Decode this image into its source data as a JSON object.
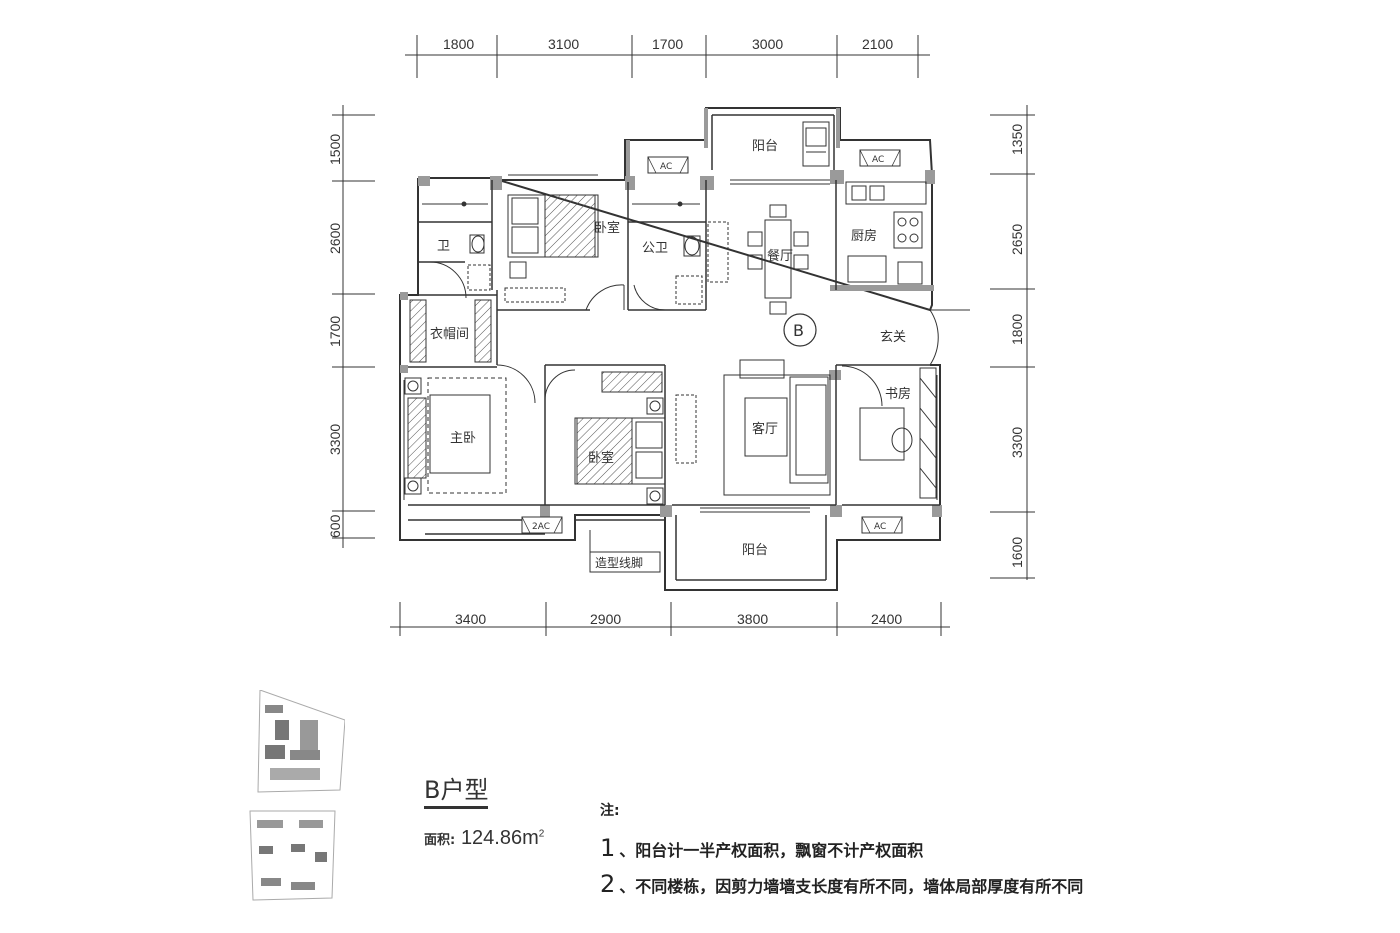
{
  "dimensions": {
    "top": [
      "1800",
      "3100",
      "1700",
      "3000",
      "2100"
    ],
    "bottom": [
      "3400",
      "2900",
      "3800",
      "2400"
    ],
    "left": [
      "1500",
      "2600",
      "1700",
      "3300",
      "600"
    ],
    "right": [
      "1350",
      "2650",
      "1800",
      "3300",
      "1600"
    ]
  },
  "rooms": {
    "balcony_north": "阳台",
    "balcony_south": "阳台",
    "bath_master": "卫",
    "bedroom_north": "卧室",
    "bath_public": "公卫",
    "dining": "餐厅",
    "kitchen": "厨房",
    "closet": "衣帽间",
    "entry": "玄关",
    "master_bedroom": "主卧",
    "bedroom_south": "卧室",
    "living": "客厅",
    "study": "书房",
    "unit_marker": "B"
  },
  "ac_labels": [
    "AC",
    "AC",
    "AC",
    "2AC"
  ],
  "callout": "造型线脚",
  "unit_title": "B户型",
  "area": {
    "label": "面积:",
    "value": "124.86",
    "unit": "m",
    "unit_sup": "2"
  },
  "notes": {
    "head": "注:",
    "items": [
      {
        "num": "1",
        "text": "、阳台计一半产权面积，飘窗不计产权面积"
      },
      {
        "num": "2",
        "text": "、不同楼栋，因剪力墙墙支长度有所不同，墙体局部厚度有所不同"
      }
    ]
  }
}
